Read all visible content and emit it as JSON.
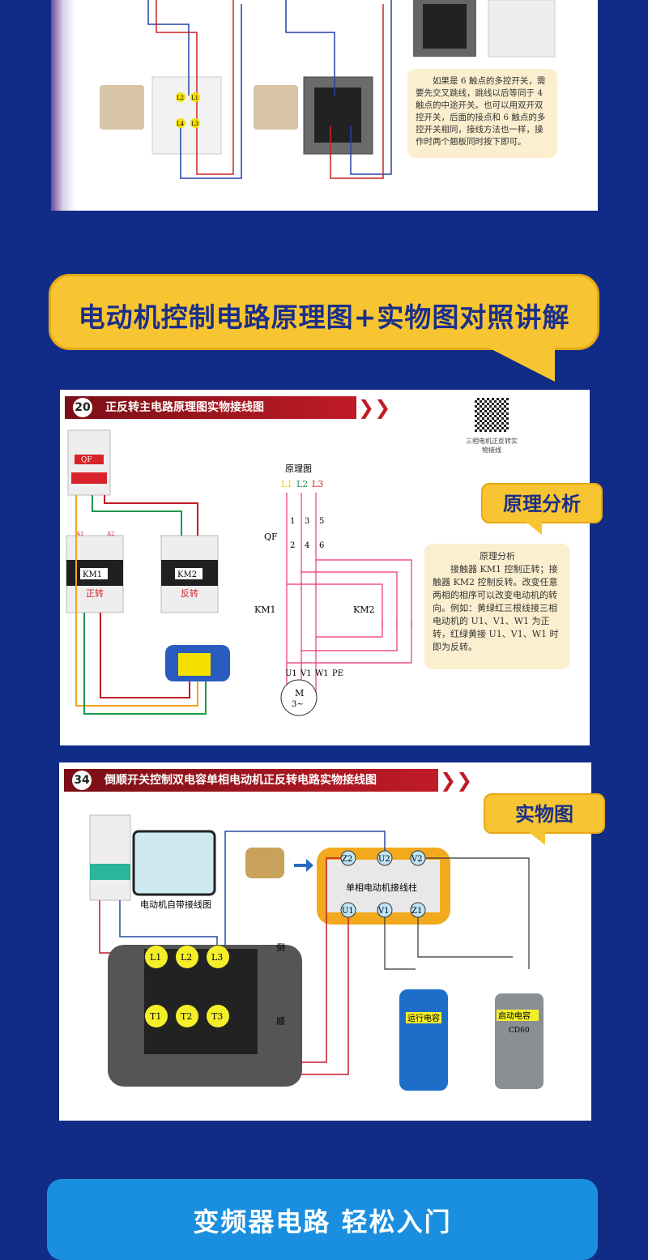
{
  "section1": {
    "note": "如果是 6 触点的多控开关，需要先交叉跳线，跳线以后等同于 4 触点的中途开关。也可以用双开双控开关，后面的接点和 6 触点的多控开关相同，接线方法也一样，操作时两个翘板同时按下即可。",
    "switch_labels": [
      "L2",
      "L1",
      "L4",
      "L3"
    ]
  },
  "banner": {
    "title": "电动机控制电路原理图+实物图对照讲解"
  },
  "figure20": {
    "number": "20",
    "title": "正反转主电路原理图实物接线图",
    "qr_caption": "三相电机正反转实物接线",
    "tag": "原理分析",
    "schematic_title": "原理图",
    "phases": [
      "L1",
      "L2",
      "L3"
    ],
    "phase_colors": [
      "#e8d21a",
      "#1e9a4a",
      "#d8232a"
    ],
    "breaker_label": "QF",
    "km1": "KM1",
    "km2": "KM2",
    "km1_caption": "正转",
    "km2_caption": "反转",
    "terminals_top": [
      "1",
      "3",
      "5"
    ],
    "terminals_bottom": [
      "2",
      "4",
      "6"
    ],
    "motor_terminals": [
      "U1",
      "V1",
      "W1",
      "PE"
    ],
    "motor_label": "M",
    "motor_sub": "3~",
    "coil_labels": [
      "A1",
      "A2"
    ],
    "note_title": "原理分析",
    "note": "接触器 KM1 控制正转；接触器 KM2 控制反转。改变任意两相的相序可以改变电动机的转向。例如：黄绿红三根线接三相电动机的 U1、V1、W1 为正转，红绿黄接 U1、V1、W1 时即为反转。"
  },
  "figure34": {
    "number": "34",
    "title": "倒顺开关控制双电容单相电动机正反转电路实物接线图",
    "tag": "实物图",
    "diagram_caption": "电动机自带接线图",
    "terminal_box": "单相电动机接线柱",
    "box_terminals_top": [
      "Z2",
      "U2",
      "V2"
    ],
    "box_terminals_bottom": [
      "U1",
      "V1",
      "Z1"
    ],
    "switch_top": [
      "L1",
      "L2",
      "L3"
    ],
    "switch_bottom": [
      "T1",
      "T2",
      "T3"
    ],
    "reverse_label": "倒",
    "forward_label": "顺",
    "run_cap": "运行电容",
    "start_cap": "启动电容",
    "start_cap_model": "CD60"
  },
  "bottom": {
    "label": "变频器电路 轻松入门"
  }
}
